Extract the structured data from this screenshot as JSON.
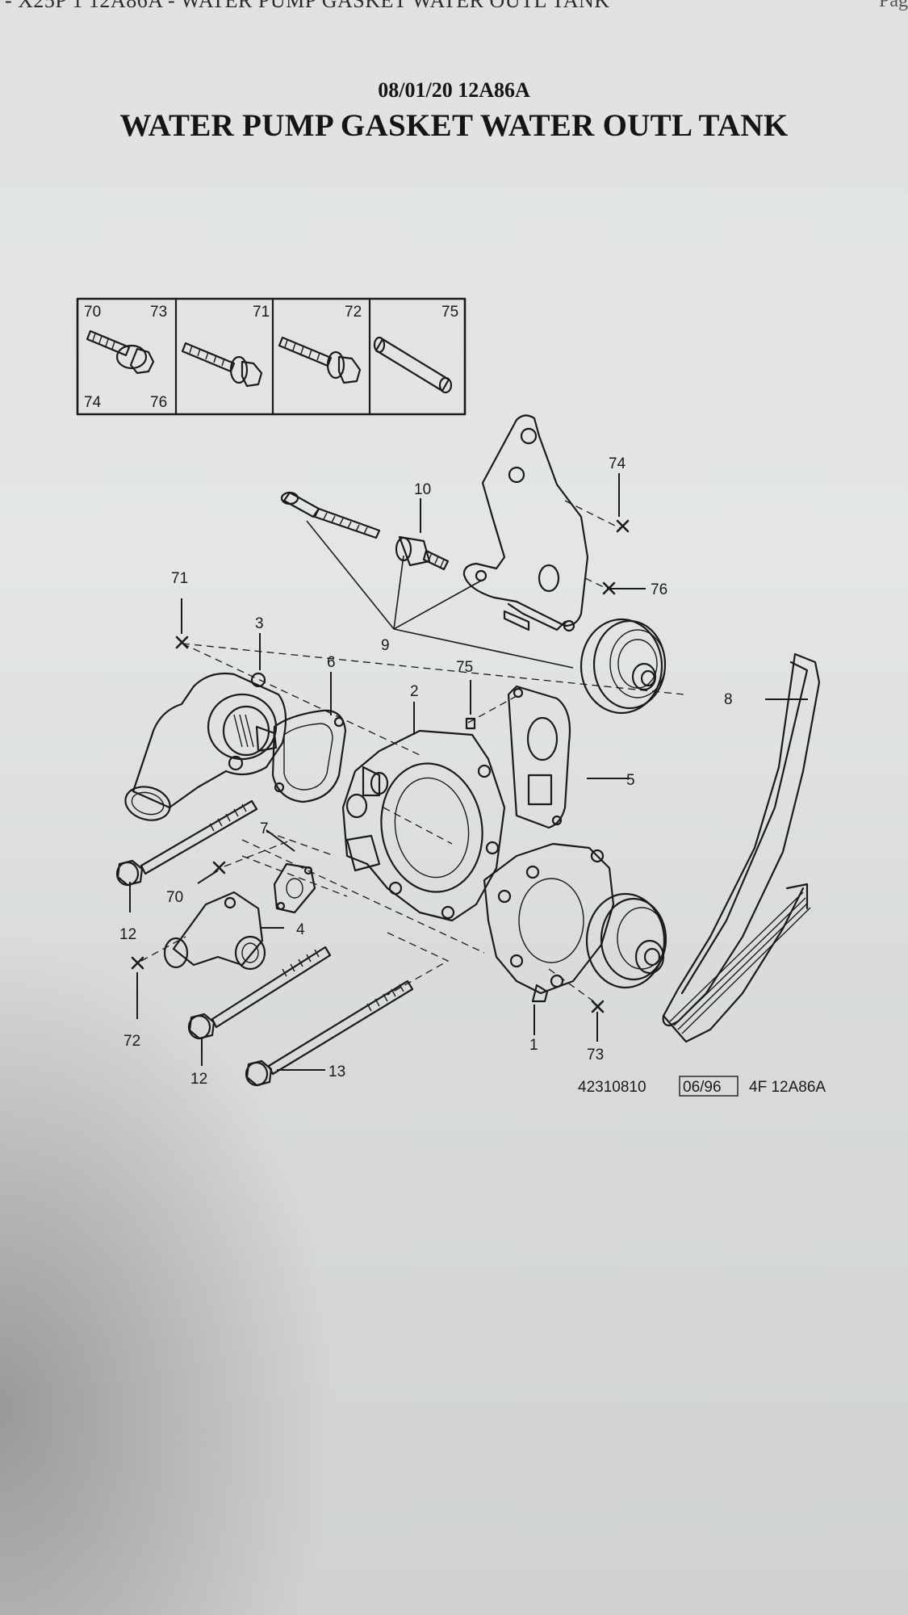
{
  "header": {
    "running_text": "- X25P 1 12A86A - WATER PUMP GASKET WATER OUTL TANK",
    "page_label": "Pag"
  },
  "document": {
    "date_code": "08/01/20 12A86A",
    "title": "WATER PUMP GASKET WATER OUTL TANK"
  },
  "legend_box": {
    "cells": [
      {
        "top_left": "70",
        "top_right": "73",
        "bottom_left": "74",
        "bottom_right": "76"
      },
      {
        "top_left": "",
        "top_right": "71",
        "bottom_left": "",
        "bottom_right": ""
      },
      {
        "top_left": "",
        "top_right": "72",
        "bottom_left": "",
        "bottom_right": ""
      },
      {
        "top_left": "",
        "top_right": "75",
        "bottom_left": "",
        "bottom_right": ""
      }
    ]
  },
  "callouts": {
    "c1": "1",
    "c2": "2",
    "c3": "3",
    "c4": "4",
    "c5": "5",
    "c6": "6",
    "c7": "7",
    "c8": "8",
    "c9": "9",
    "c10": "10",
    "c12a": "12",
    "c12b": "12",
    "c13": "13",
    "c70": "70",
    "c71": "71",
    "c72": "72",
    "c73": "73",
    "c74": "74",
    "c75": "75",
    "c76": "76"
  },
  "footer_ref": {
    "drawing_number": "42310810",
    "date_box": "06/96",
    "code": "4F 12A86A"
  }
}
